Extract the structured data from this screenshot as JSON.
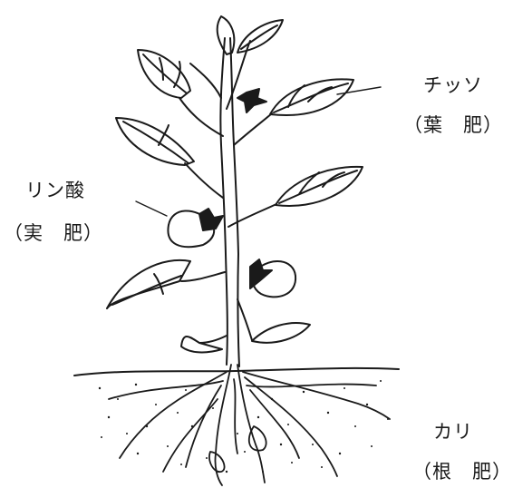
{
  "labels": {
    "nitrogen": {
      "name": "チッソ",
      "role": "（葉　肥）"
    },
    "phosphorus": {
      "name": "リン酸",
      "role": "（実　肥）"
    },
    "potassium": {
      "name": "カリ",
      "role": "（根　肥）"
    }
  }
}
